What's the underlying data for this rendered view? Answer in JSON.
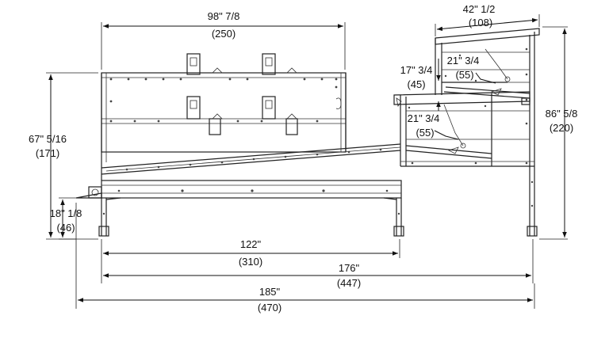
{
  "dimensions": {
    "top_width": {
      "imperial": "98\" 7/8",
      "metric": "(250)"
    },
    "upper_depth": {
      "imperial": "42\" 1/2",
      "metric": "(108)"
    },
    "overall_height": {
      "imperial": "86\" 5/8",
      "metric": "(220)"
    },
    "main_height": {
      "imperial": "67\" 5/16",
      "metric": "(171)"
    },
    "step_height": {
      "imperial": "17\" 3/4",
      "metric": "(45)"
    },
    "upper_angle": {
      "imperial": "21\" 3/4",
      "metric": "(55)"
    },
    "lower_angle": {
      "imperial": "21\" 3/4",
      "metric": "(55)"
    },
    "low_height": {
      "imperial": "18\" 1/8",
      "metric": "(46)"
    },
    "frame_length": {
      "imperial": "122\"",
      "metric": "(310)"
    },
    "mid_length": {
      "imperial": "176\"",
      "metric": "(447)"
    },
    "overall_length": {
      "imperial": "185\"",
      "metric": "(470)"
    }
  }
}
